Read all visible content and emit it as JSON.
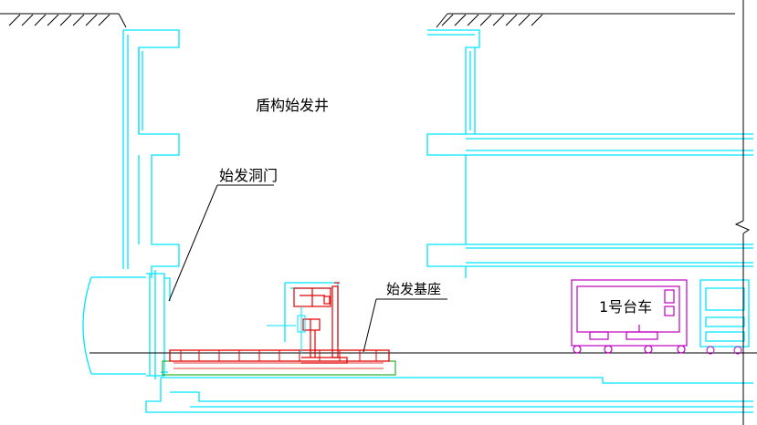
{
  "labels": {
    "shaft": "盾构始发井",
    "portal": "始发洞门",
    "base": "始发基座",
    "car": "1号台车"
  },
  "colors": {
    "structure": "#00e5ff",
    "shield": "#e30000",
    "car": "#c000c0",
    "ground": "#000000",
    "base_edge": "#00a000"
  }
}
